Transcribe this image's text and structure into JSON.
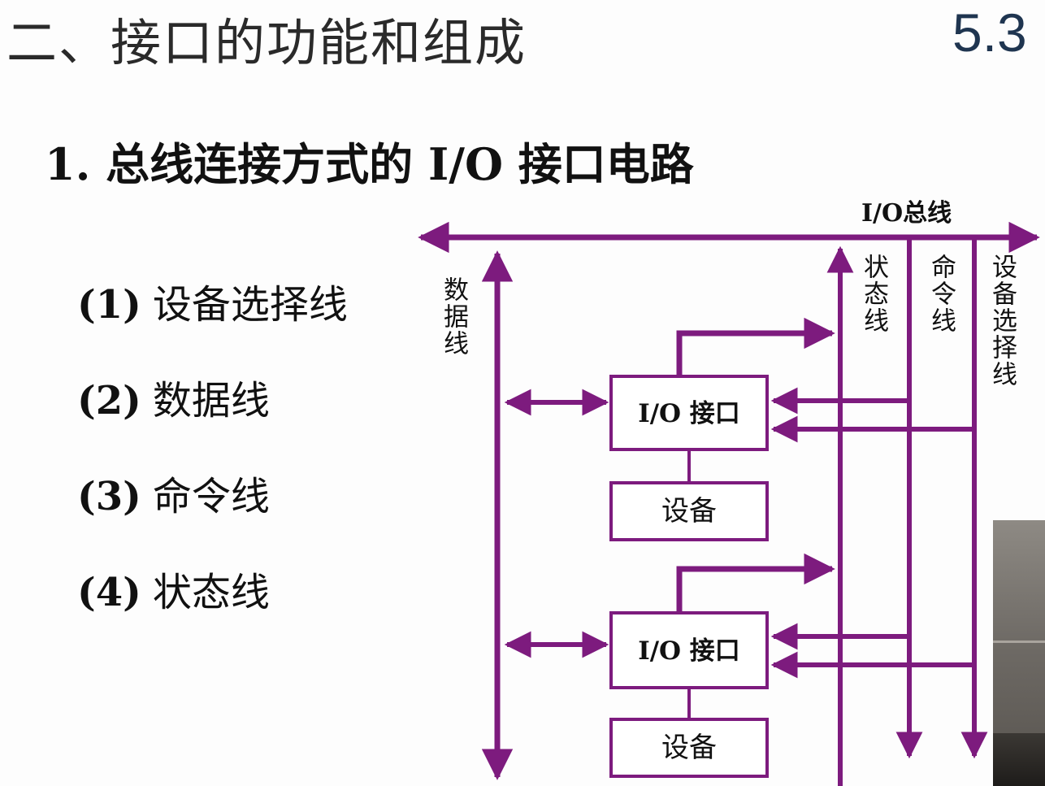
{
  "slide": {
    "title": "二、接口的功能和组成",
    "section_number": "5.3",
    "subtitle": "1. 总线连接方式的 I/O 接口电路"
  },
  "list": [
    {
      "num": "(1)",
      "text": "设备选择线"
    },
    {
      "num": "(2)",
      "text": "数据线"
    },
    {
      "num": "(3)",
      "text": "命令线"
    },
    {
      "num": "(4)",
      "text": "状态线"
    }
  ],
  "diagram": {
    "bus_label": "I/O总线",
    "data_line": "数据线",
    "status_line": "状态线",
    "command_line": "命令线",
    "select_line": "设备选择线",
    "interface_1": "I/O 接口",
    "device_1": "设备",
    "interface_2": "I/O 接口",
    "device_2": "设备"
  },
  "colors": {
    "bus": "#7d1b7e",
    "text": "#111111"
  }
}
